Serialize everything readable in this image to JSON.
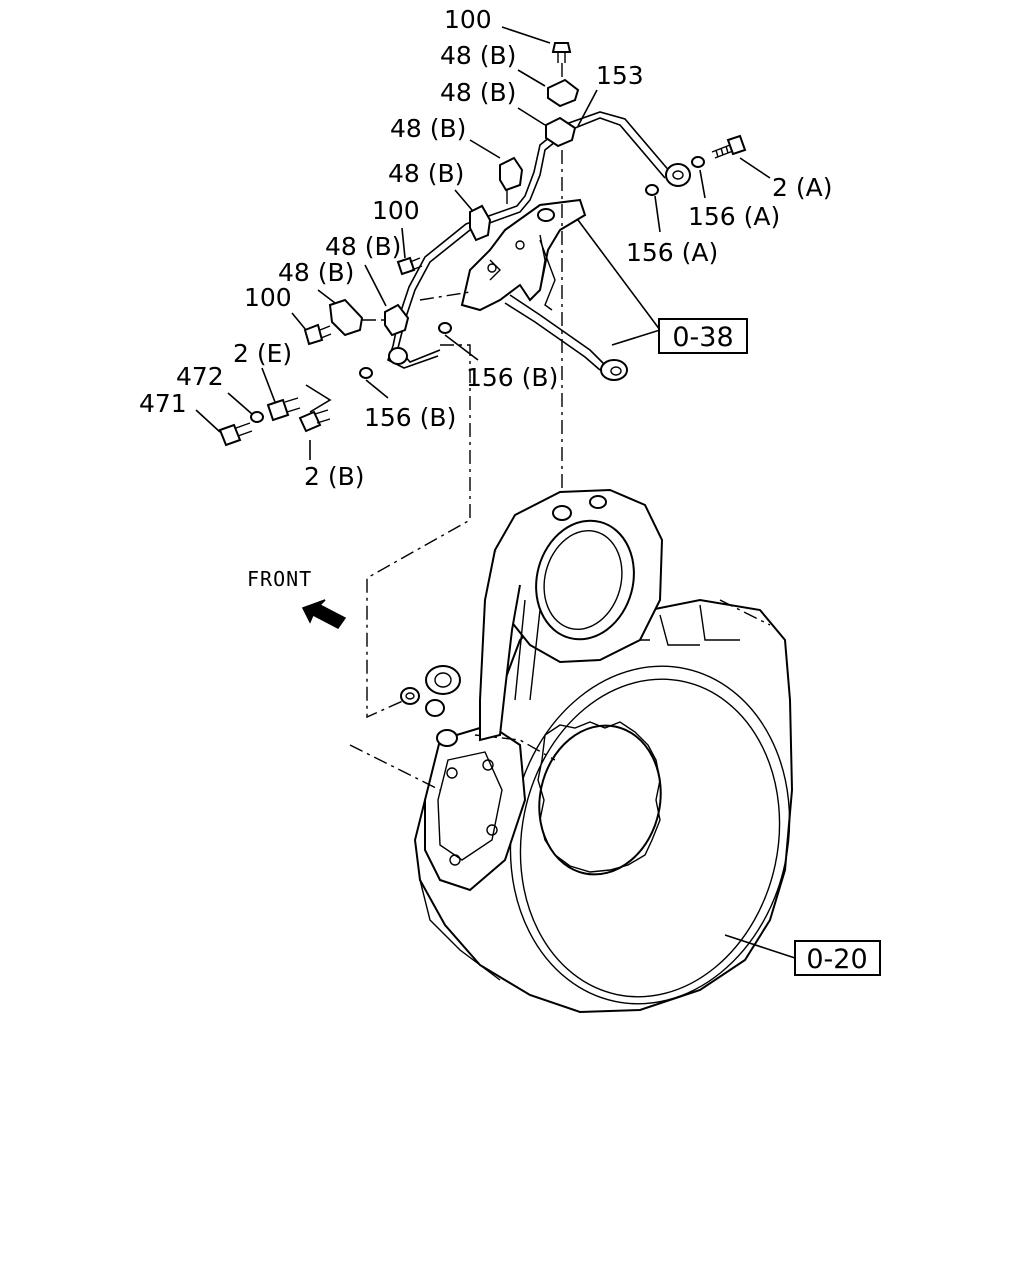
{
  "labels": {
    "l100_top": "100",
    "l48b_1": "48 (B)",
    "l48b_2": "48 (B)",
    "l153": "153",
    "l48b_3": "48 (B)",
    "l48b_4": "48 (B)",
    "l2a": "2 (A)",
    "l156a_1": "156 (A)",
    "l156a_2": "156 (A)",
    "l100_mid": "100",
    "l48b_5": "48 (B)",
    "l48b_6": "48 (B)",
    "l100_left": "100",
    "l2e": "2 (E)",
    "l472": "472",
    "l471": "471",
    "l156b_1": "156 (B)",
    "l156b_2": "156 (B)",
    "l2b": "2 (B)"
  },
  "refs": {
    "r038": "0-38",
    "r020": "0-20"
  },
  "front": {
    "text": "FRONT",
    "icon": "front-arrow-icon"
  }
}
